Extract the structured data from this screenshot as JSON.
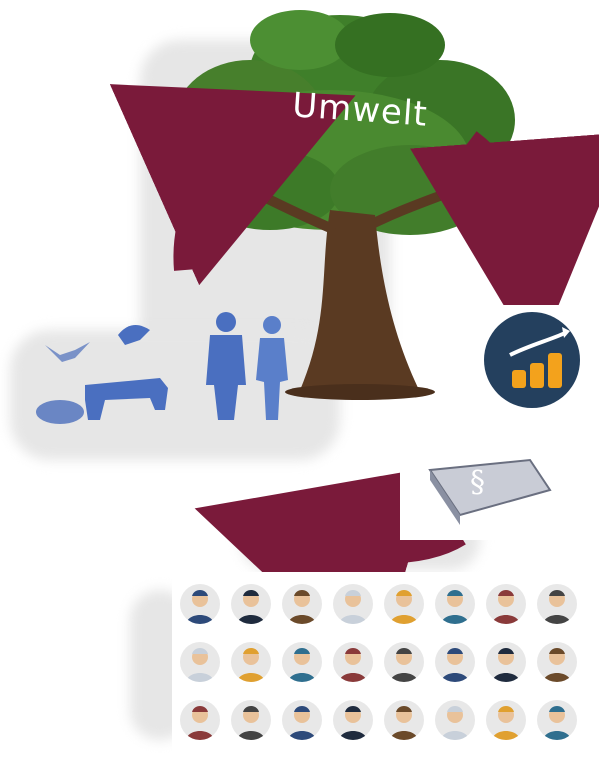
{
  "diagram": {
    "center_label": "Umwelt",
    "colors": {
      "arrow": "#7a1a3a",
      "tree_foliage": "#3f7f2a",
      "tree_trunk": "#5a3a22",
      "human_blue": "#4a6fc0",
      "animal_blue": "#6a86c4",
      "finance_circle": "#24405e",
      "coin_orange": "#f3a21c",
      "book_grey": "#c9ccd6"
    },
    "icons": {
      "tree": "tree-icon",
      "animals": "animals-icon",
      "humans": "humans-icon",
      "finance": "finance-growth-icon",
      "law": "law-book-icon",
      "professions": "professions-grid"
    },
    "law_symbol": "§",
    "professions_grid": {
      "rows": 3,
      "cols": 8
    }
  }
}
